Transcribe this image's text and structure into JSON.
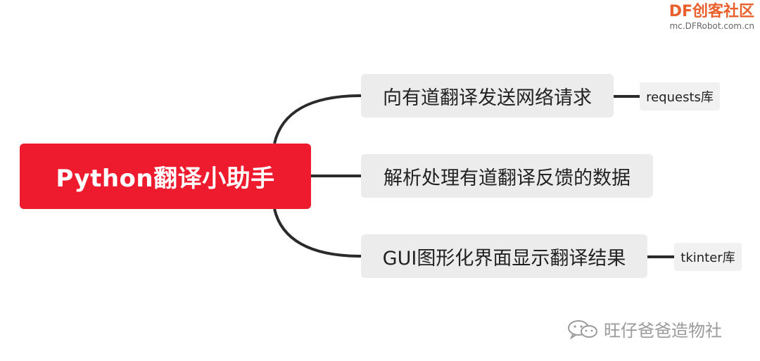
{
  "diagram": {
    "root": "Python翻译小助手",
    "branches": [
      {
        "label": "向有道翻译发送网络请求",
        "leaf": "requests库"
      },
      {
        "label": "解析处理有道翻译反馈的数据",
        "leaf": ""
      },
      {
        "label": "GUI图形化界面显示翻译结果",
        "leaf": "tkinter库"
      }
    ]
  },
  "watermark": {
    "brand": "DF创客社区",
    "url": "mc.DFRobot.com.cn",
    "account": "旺仔爸爸造物社"
  },
  "colors": {
    "root_fill": "#ee1b2e",
    "branch_fill": "#ececec",
    "connector": "#2b2b2b",
    "brand": "#e9602c"
  }
}
